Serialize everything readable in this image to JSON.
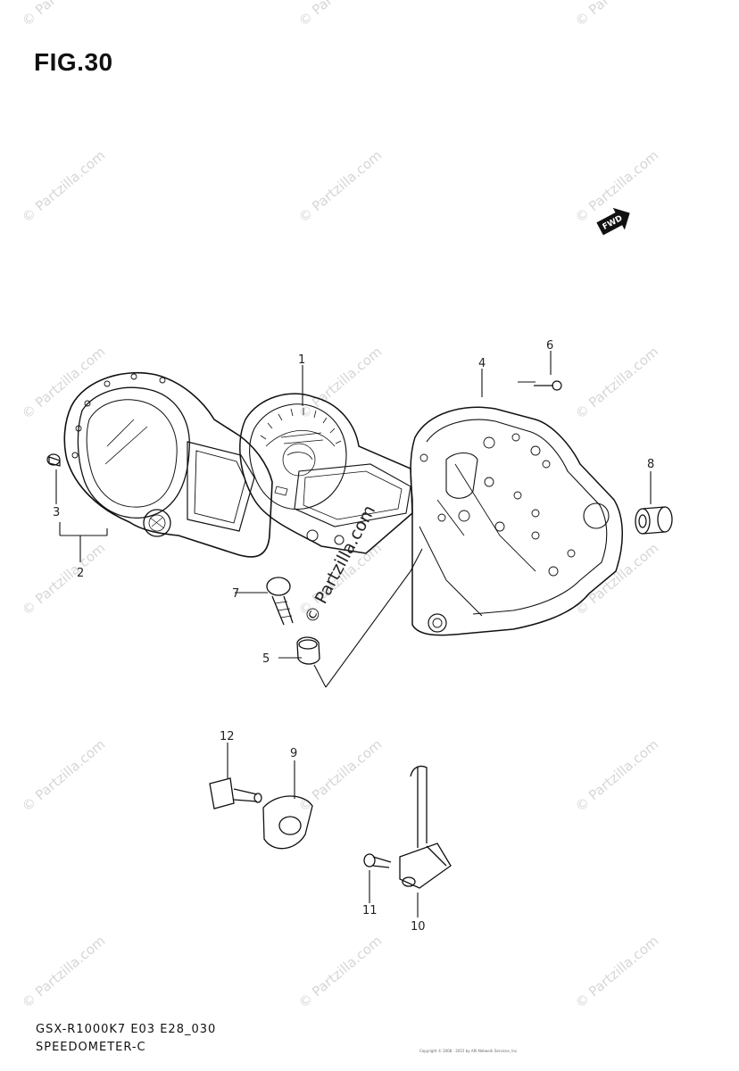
{
  "figure": {
    "title": "FIG.30",
    "model_code": "GSX-R1000K7 E03 E28_030",
    "section": "SPEEDOMETER-C"
  },
  "direction_marker": {
    "label": "FWD",
    "icon": "forward-arrow-icon"
  },
  "callouts": [
    {
      "number": "1",
      "part": "meter-assembly"
    },
    {
      "number": "2",
      "part": "meter-cover"
    },
    {
      "number": "3",
      "part": "cover-screw"
    },
    {
      "number": "4",
      "part": "meter-case"
    },
    {
      "number": "5",
      "part": "cushion"
    },
    {
      "number": "6",
      "part": "screw"
    },
    {
      "number": "7",
      "part": "bolt"
    },
    {
      "number": "8",
      "part": "cushion"
    },
    {
      "number": "9",
      "part": "washer"
    },
    {
      "number": "10",
      "part": "speed-sensor"
    },
    {
      "number": "11",
      "part": "sensor-bolt"
    },
    {
      "number": "12",
      "part": "bolt"
    }
  ],
  "watermark": {
    "text": "© Partzilla.com",
    "center_text": "© Partzilla.com"
  },
  "copyright_line": "Copyright © 2008 - 2015 by ARI Network Services, Inc."
}
